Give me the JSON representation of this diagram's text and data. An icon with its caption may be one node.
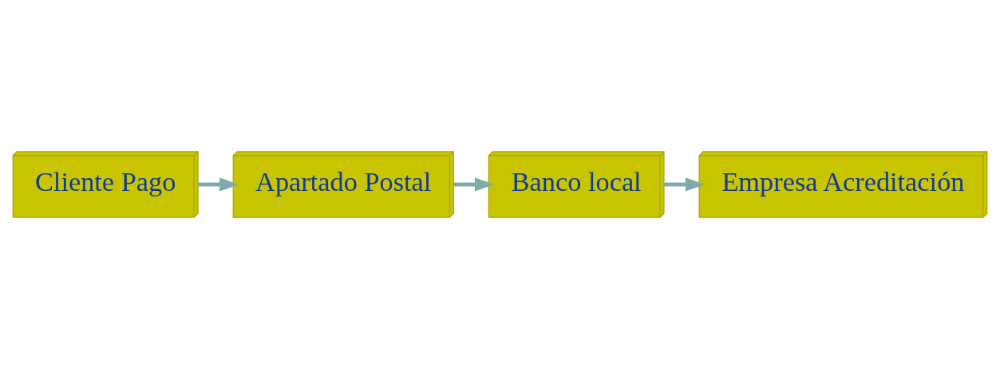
{
  "diagram": {
    "nodes": [
      {
        "text": [
          "Cliente Pago"
        ]
      },
      {
        "text": [
          "Apartado Postal"
        ]
      },
      {
        "text": [
          "Banco local"
        ]
      },
      {
        "text": [
          "Empresa Acreditación"
        ]
      }
    ],
    "edges": [
      {
        "from": 0,
        "to": 1,
        "arrow": "to"
      },
      {
        "from": 1,
        "to": 2,
        "arrow": "to"
      },
      {
        "from": 2,
        "to": 3,
        "arrow": "to"
      }
    ]
  }
}
